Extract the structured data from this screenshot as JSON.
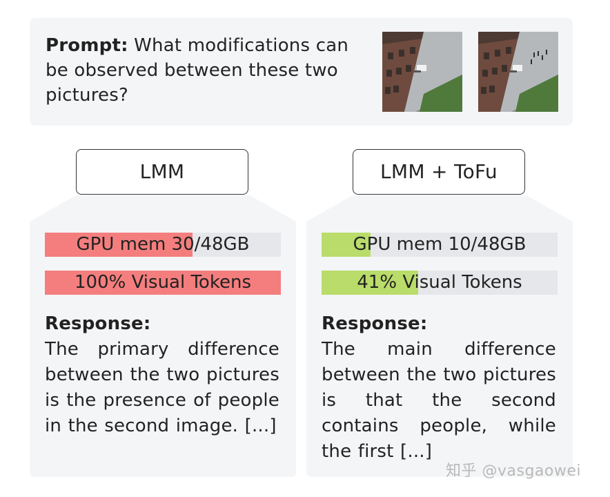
{
  "prompt": {
    "label": "Prompt:",
    "text": "What modifications can be observed between these two pictures?"
  },
  "columns": [
    {
      "model": "LMM",
      "gpu_mem": {
        "label": "GPU mem 30/48GB",
        "used_gb": 30,
        "total_gb": 48,
        "color": "#f47e7e"
      },
      "visual_tokens": {
        "label": "100% Visual Tokens",
        "percent": 100,
        "color": "#f47e7e"
      },
      "response_label": "Response:",
      "response_text": "The primary difference between the two pictures is the presence of people in the second image. [...]"
    },
    {
      "model": "LMM + ToFu",
      "gpu_mem": {
        "label": "GPU mem 10/48GB",
        "used_gb": 10,
        "total_gb": 48,
        "color": "#b9dc6a"
      },
      "visual_tokens": {
        "label": "41% Visual Tokens",
        "percent": 41,
        "color": "#b9dc6a"
      },
      "response_label": "Response:",
      "response_text": "The main difference between the two pictures is that the second contains people, while the first [...]"
    }
  ],
  "watermark": "知乎 @vasgaowei"
}
